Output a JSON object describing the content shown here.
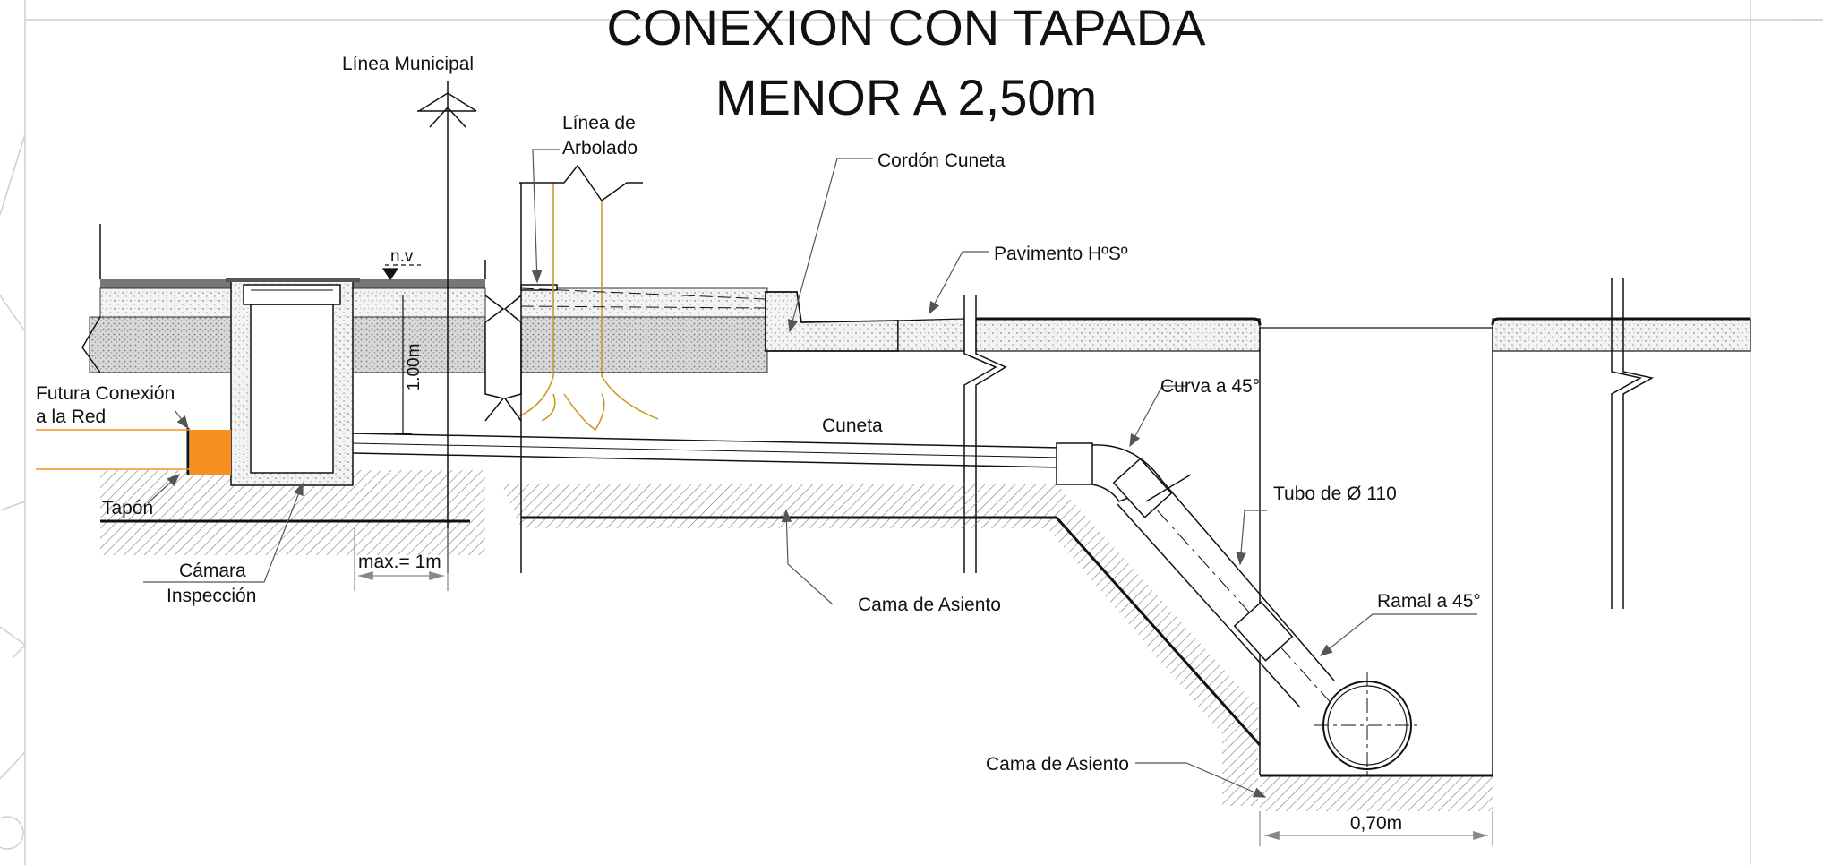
{
  "title": {
    "line1": "CONEXION CON TAPADA",
    "line2": "MENOR A 2,50m"
  },
  "labels": {
    "linea_municipal": "Línea  Municipal",
    "linea_arbolado_1": "Línea de",
    "linea_arbolado_2": "Arbolado",
    "cordon_cuneta": "Cordón Cuneta",
    "pavimento": "Pavimento HºSº",
    "nv": "n.v",
    "depth": "1.00m",
    "futura_1": "Futura Conexión",
    "futura_2": "a la Red",
    "tapon": "Tapón",
    "camara_1": "Cámara",
    "camara_2": "Inspección",
    "max": "max.= 1m",
    "cuneta": "Cuneta",
    "curva": "Curva a 45°",
    "tubo": "Tubo de Ø 110",
    "ramal": "Ramal a 45°",
    "cama_1": "Cama de Asiento",
    "cama_2": "Cama de Asiento",
    "width": "0,70m"
  },
  "colors": {
    "line": "#111111",
    "hatch": "#7a7a7a",
    "tree": "#c8961e",
    "tapon": "#f7901e",
    "leader": "#555555"
  }
}
